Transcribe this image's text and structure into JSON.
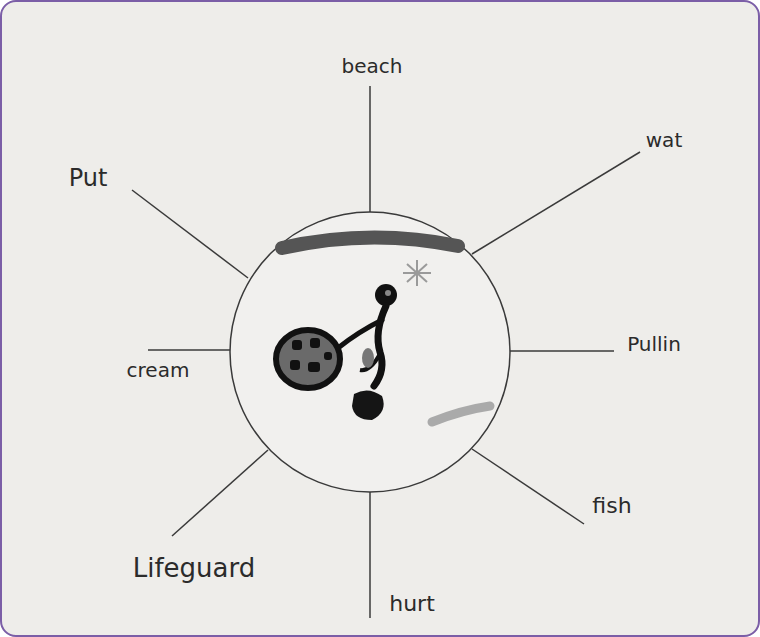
{
  "diagram": {
    "labels": [
      "beach",
      "wat",
      "Pullin",
      "fish",
      "hurt",
      "Lifeguard",
      "cream",
      "Put"
    ]
  }
}
